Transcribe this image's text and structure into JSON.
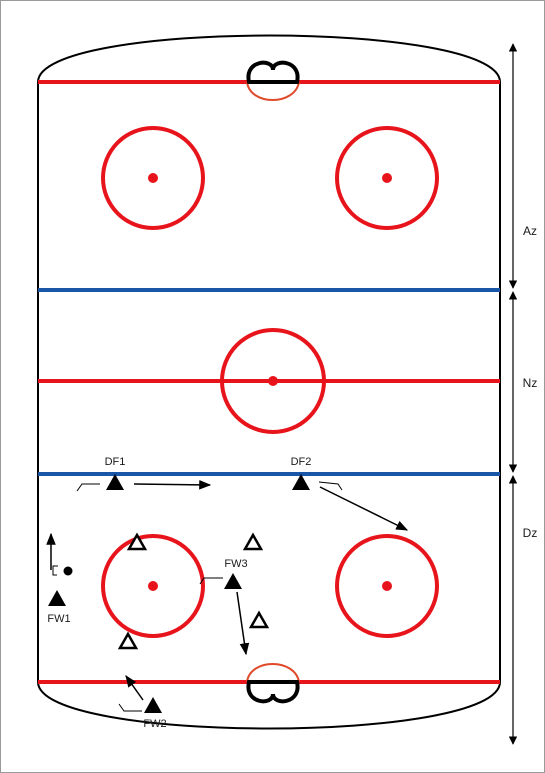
{
  "diagram": {
    "zones": [
      "Az",
      "Nz",
      "Dz"
    ],
    "players": {
      "df1": "DF1",
      "df2": "DF2",
      "fw1": "FW1",
      "fw2": "FW2",
      "fw3": "FW3"
    },
    "colors": {
      "red_line": "#e8141b",
      "blue_line": "#1a56a8",
      "goal_crease": "#e04a2a",
      "ink": "#000000",
      "frame": "#9a9a9a"
    }
  }
}
